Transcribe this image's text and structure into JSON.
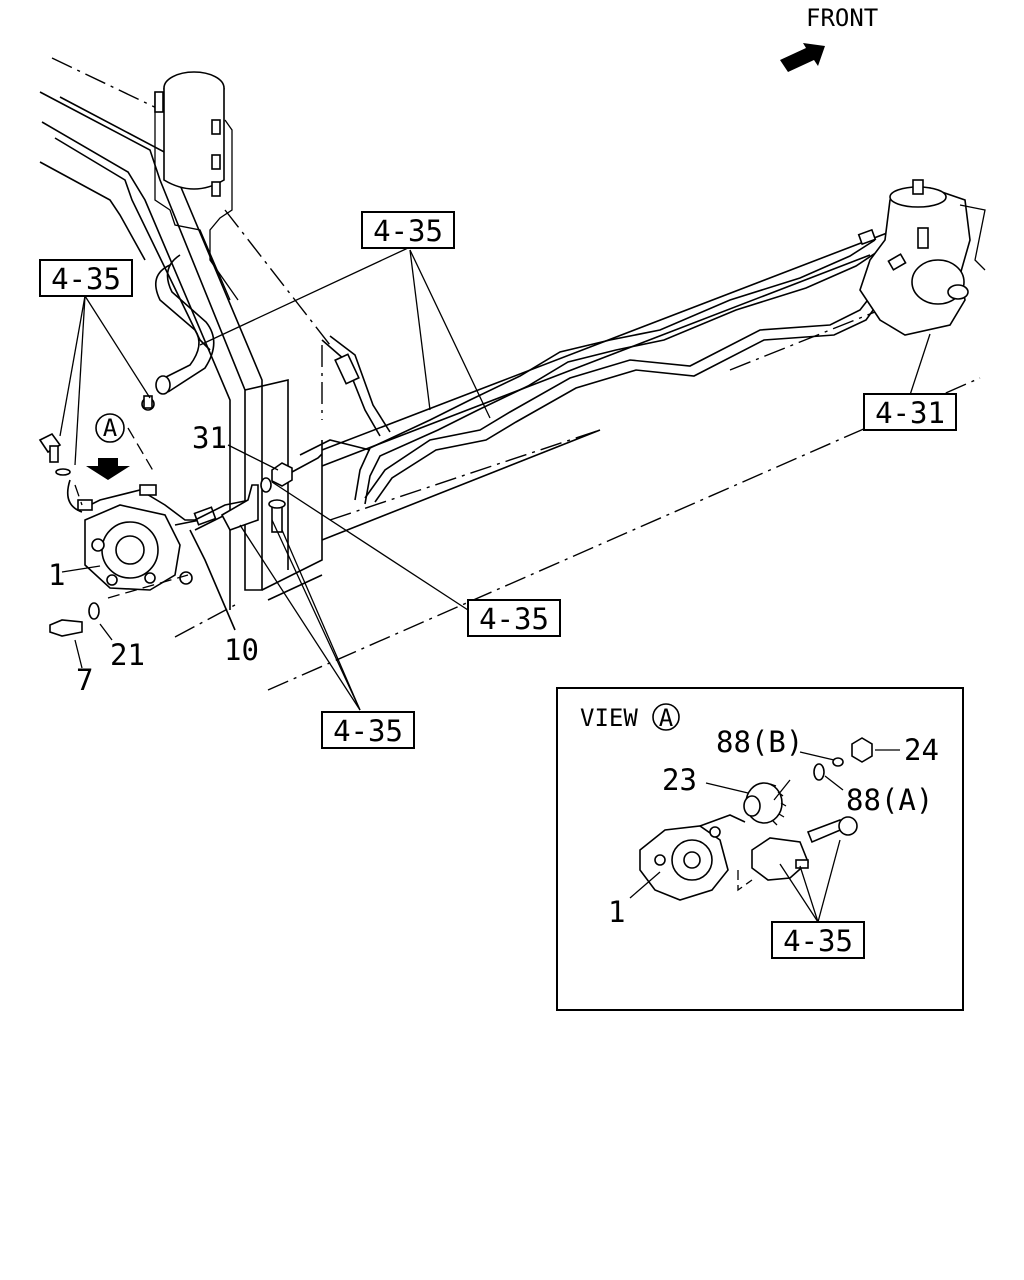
{
  "front_label": "FRONT",
  "callouts": {
    "ref_top_center": "4-35",
    "ref_top_left": "4-35",
    "ref_right": "4-31",
    "ref_mid": "4-35",
    "ref_bottom": "4-35",
    "ref_view_a": "4-35"
  },
  "part_numbers": {
    "pump": "1",
    "bolt": "7",
    "washer": "21",
    "pipe": "10",
    "nut": "31"
  },
  "view_a": {
    "title": "VIEW",
    "marker": "A",
    "items": {
      "n88b": "88(B)",
      "n24": "24",
      "n23": "23",
      "n88a": "88(A)",
      "n1": "1"
    }
  },
  "view_marker_main": "A",
  "icons": [
    "front-arrow-icon",
    "view-direction-arrow-icon"
  ]
}
